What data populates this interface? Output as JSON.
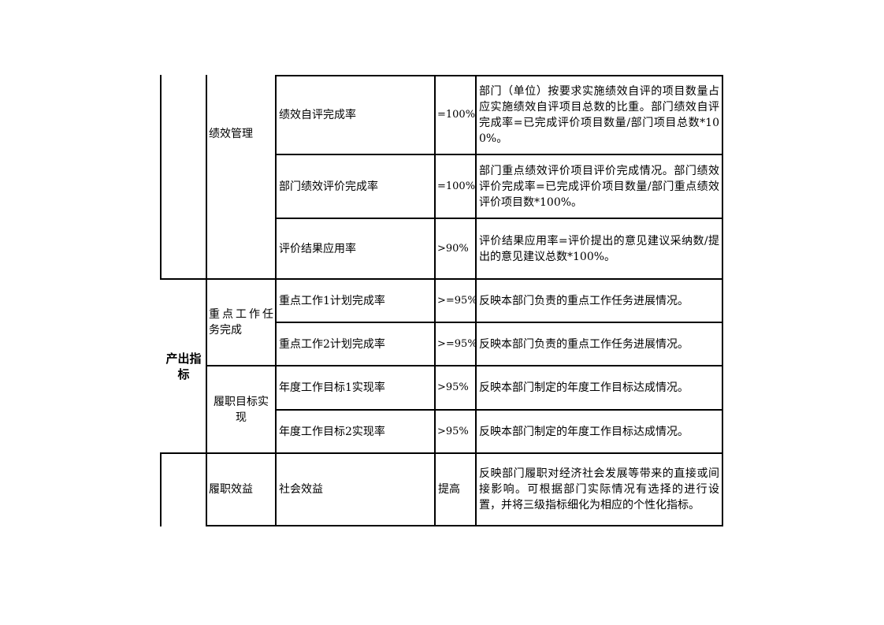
{
  "rows_section_a": {
    "group_label": "绩效管理",
    "items": [
      {
        "indicator": "绩效自评完成率",
        "target": "=100%",
        "description": "部门（单位）按要求实施绩效自评的项目数量占应实施绩效自评项目总数的比重。部门绩效自评完成率=已完成评价项目数量/部门项目总数*100%。"
      },
      {
        "indicator": "部门绩效评价完成率",
        "target": "=100%",
        "description": "部门重点绩效评价项目评价完成情况。部门绩效评价完成率=已完成评价项目数量/部门重点绩效评价项目数*100%。"
      },
      {
        "indicator": "评价结果应用率",
        "target": ">90%",
        "description": "评价结果应用率=评价提出的意见建议采纳数/提出的意见建议总数*100%。"
      }
    ]
  },
  "section_output": {
    "level1_label": "产出指标",
    "groups": [
      {
        "label": "重点工作任务完成",
        "items": [
          {
            "indicator": "重点工作1计划完成率",
            "target": ">=95%",
            "description": "反映本部门负责的重点工作任务进展情况。"
          },
          {
            "indicator": "重点工作2计划完成率",
            "target": ">=95%",
            "description": "反映本部门负责的重点工作任务进展情况。"
          }
        ]
      },
      {
        "label": "履职目标实现",
        "items": [
          {
            "indicator": "年度工作目标1实现率",
            "target": ">95%",
            "description": "反映本部门制定的年度工作目标达成情况。"
          },
          {
            "indicator": "年度工作目标2实现率",
            "target": ">95%",
            "description": "反映本部门制定的年度工作目标达成情况。"
          }
        ]
      }
    ]
  },
  "section_effect": {
    "group_label": "履职效益",
    "items": [
      {
        "indicator": "社会效益",
        "target": "提高",
        "description": "反映部门履职对经济社会发展等带来的直接或间接影响。可根据部门实际情况有选择的进行设置，并将三级指标细化为相应的个性化指标。"
      }
    ]
  }
}
